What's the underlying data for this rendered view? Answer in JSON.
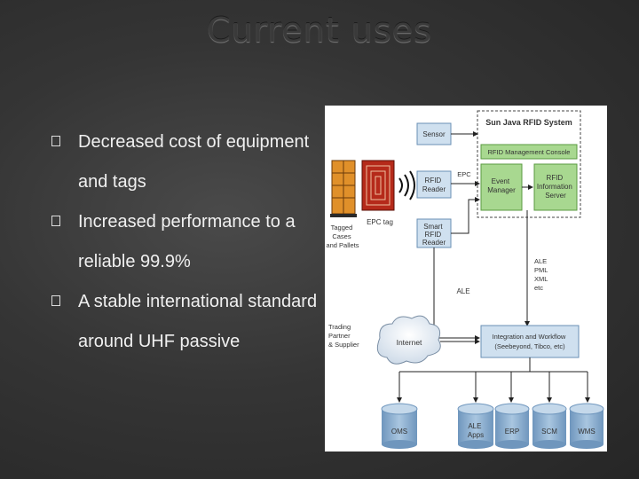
{
  "slide": {
    "title": "Current uses",
    "bullets": [
      "Decreased cost of equipment and tags",
      "Increased performance to a reliable 99.9%",
      "A stable international standard around UHF passive"
    ]
  },
  "diagram": {
    "system_title": "Sun Java RFID System",
    "sensor": "Sensor",
    "mgmt_console": "RFID Management Console",
    "rfid_reader": [
      "RFID",
      "Reader"
    ],
    "epc_top": "EPC",
    "event_manager": [
      "Event",
      "Manager"
    ],
    "info_server": [
      "RFID",
      "Information",
      "Server"
    ],
    "smart_reader": [
      "Smart",
      "RFID",
      "Reader"
    ],
    "epc_tag": "EPC tag",
    "tagged_items": [
      "Tagged",
      "Cases",
      "and Pallets"
    ],
    "ale_list": [
      "ALE",
      "PML",
      "XML",
      "etc"
    ],
    "ale_left": "ALE",
    "internet": "Internet",
    "trading_partner": [
      "Trading",
      "Partner",
      "& Supplier"
    ],
    "integration": [
      "Integration and Workflow",
      "(Seebeyond, Tibco, etc)"
    ],
    "databases": [
      {
        "label": [
          "OMS"
        ]
      },
      {
        "label": [
          "ALE",
          "Apps"
        ]
      },
      {
        "label": [
          "ERP"
        ]
      },
      {
        "label": [
          "SCM"
        ]
      },
      {
        "label": [
          "WMS"
        ]
      }
    ],
    "colors": {
      "blue_box": "#cfe0ef",
      "green_box": "#a8d890",
      "db_blue": "#8fb3d3",
      "arrow": "#222222"
    }
  }
}
